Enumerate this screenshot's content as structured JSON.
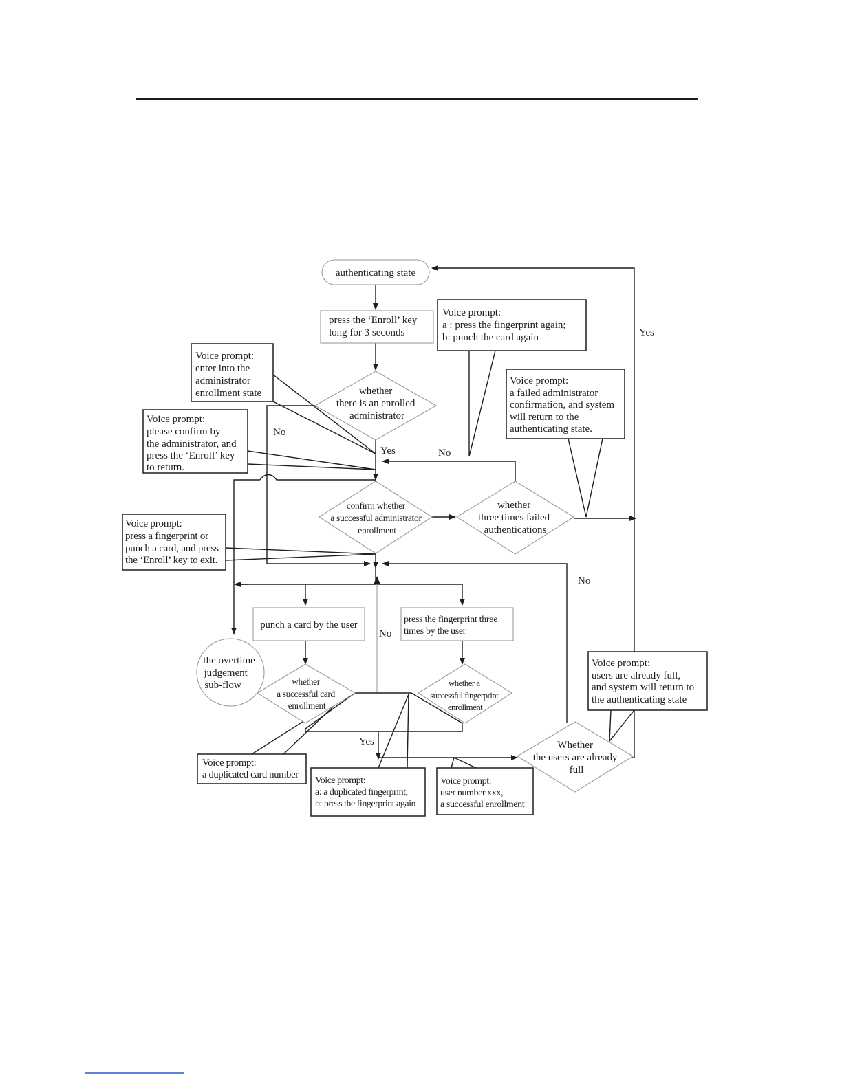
{
  "flowchart": {
    "start": "authenticating state",
    "press_enroll": [
      "press the ‘Enroll’ key",
      "long for 3 seconds"
    ],
    "decision_enrolled_admin": [
      "whether",
      "there is an enrolled",
      "administrator"
    ],
    "decision_confirm_admin": [
      "confirm whether",
      "a successful  administrator",
      "enrollment"
    ],
    "decision_three_failed": [
      "whether",
      "three times failed",
      "authentications"
    ],
    "punch_card": "punch a card by the user",
    "press_fingerprint": [
      "press the fingerprint three",
      "times by the user"
    ],
    "overtime_subflow": [
      "the overtime",
      "judgement",
      "sub-flow"
    ],
    "decision_card_enroll": [
      "whether",
      "a successful card",
      "enrollment"
    ],
    "decision_fp_enroll": [
      "whether a",
      "successful fingerprint",
      "enrollment"
    ],
    "decision_users_full": [
      "Whether",
      "the users are already",
      "full"
    ]
  },
  "callouts": {
    "fp_again": [
      "Voice prompt:",
      "a : press the fingerprint again;",
      "b: punch the card again"
    ],
    "enter_admin_state": [
      "Voice prompt:",
      "enter into the",
      "administrator",
      "enrollment state"
    ],
    "failed_admin_confirm": [
      "Voice prompt:",
      "a failed administrator",
      "confirmation, and system",
      "will return to the",
      "authenticating state."
    ],
    "confirm_by_admin": [
      "Voice prompt:",
      "please confirm by",
      "the administrator, and",
      "press the ‘Enroll’ key",
      "to return."
    ],
    "press_fp_or_card": [
      "Voice prompt:",
      "press a fingerprint or",
      "punch a card, and press",
      "the ‘Enroll’ key to exit."
    ],
    "users_full": [
      "Voice prompt:",
      "users are already full,",
      "and system will return to",
      "the authenticating state"
    ],
    "duplicated_card": [
      "Voice prompt:",
      "a duplicated card number"
    ],
    "duplicated_fp": [
      "Voice prompt:",
      "a: a duplicated fingerprint;",
      "b: press the fingerprint again"
    ],
    "success_enroll": [
      "Voice prompt:",
      "user number xxx,",
      "a successful enrollment"
    ]
  },
  "edge_labels": {
    "yes_top_right": "Yes",
    "no_admin_check": "No",
    "yes_admin_check": "Yes",
    "no_three_failed": "No",
    "no_users_full": "No",
    "no_enroll": "No",
    "yes_enroll": "Yes"
  },
  "colors": {
    "line": "#1e1e1e",
    "light_line": "#9a9a9a",
    "footnote_rule": "#3355cc"
  }
}
